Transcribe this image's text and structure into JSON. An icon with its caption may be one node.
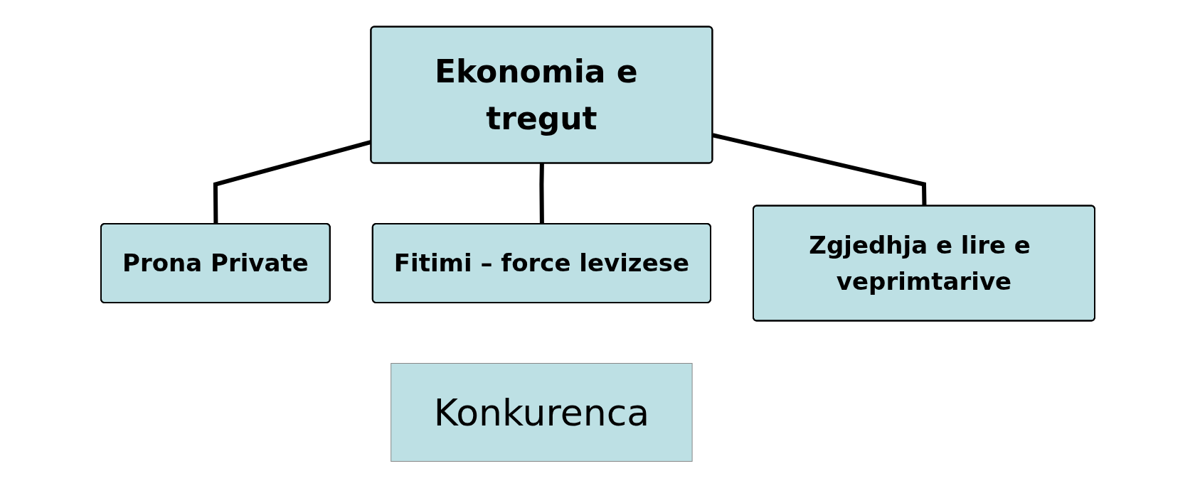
{
  "diagram": {
    "nodes": [
      {
        "text": [
          "Ekonomia e tregut"
        ]
      },
      {
        "text": [
          "Prona Private"
        ]
      },
      {
        "text": [
          "Fitimi – force levizese"
        ]
      },
      {
        "text": [
          "Zgjedhja e lire e veprimtarive"
        ]
      },
      {
        "text": [
          "Konkurenca"
        ]
      }
    ],
    "edges": [
      {
        "from": 0,
        "to": 1,
        "arrow": "none"
      },
      {
        "from": 0,
        "to": 2,
        "arrow": "none"
      },
      {
        "from": 0,
        "to": 3,
        "arrow": "none"
      }
    ]
  }
}
